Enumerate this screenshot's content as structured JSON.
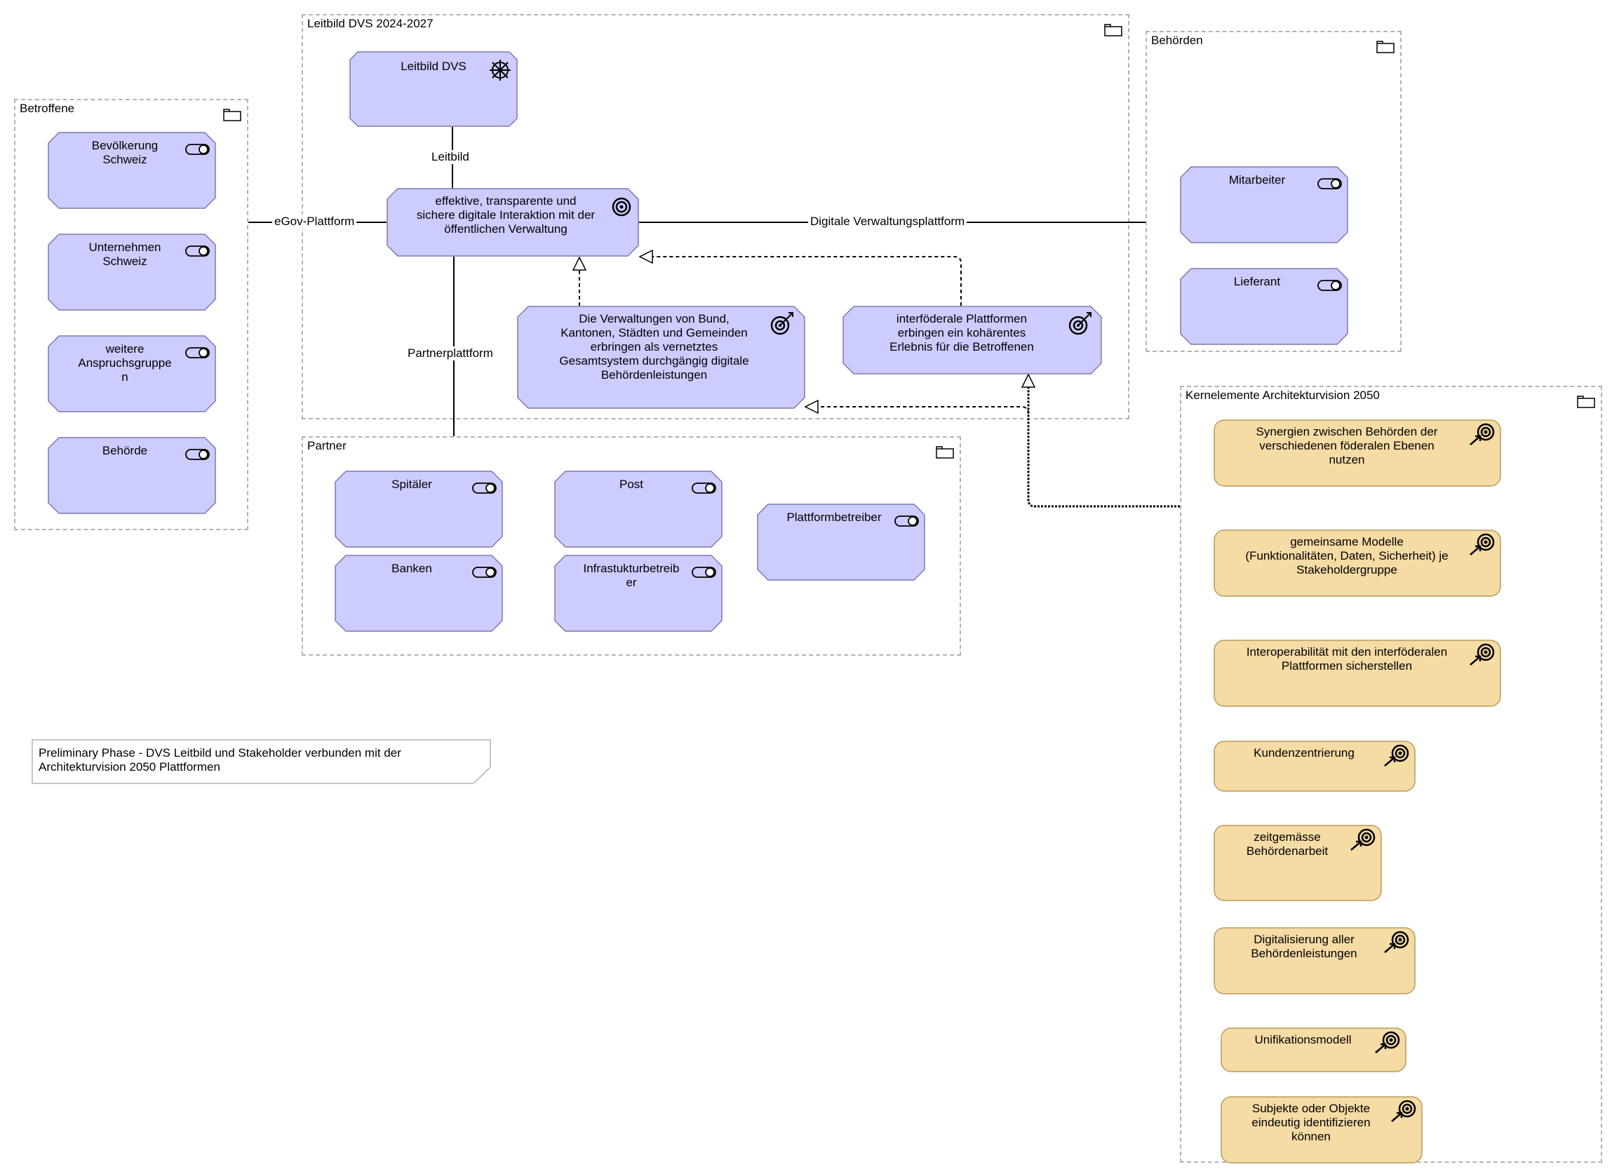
{
  "groups": {
    "betroffene": {
      "title": "Betroffene"
    },
    "leitbild": {
      "title": "Leitbild DVS 2024-2027"
    },
    "behoerden": {
      "title": "Behörden"
    },
    "partner": {
      "title": "Partner"
    },
    "kernelemente": {
      "title": "Kernelemente Architekturvision 2050"
    }
  },
  "stakeholders": {
    "bevoelkerung": "Bevölkerung\nSchweiz",
    "unternehmen": "Unternehmen\nSchweiz",
    "weitere": "weitere\nAnspruchsgruppe\nn",
    "behoerde": "Behörde",
    "mitarbeiter": "Mitarbeiter",
    "lieferant": "Lieferant",
    "spitaeler": "Spitäler",
    "post": "Post",
    "banken": "Banken",
    "infrastruktur": "Infrastukturbetreib\ner",
    "plattformbetreiber": "Plattformbetreiber"
  },
  "leitbild_nodes": {
    "leitbild_dvs": "Leitbild DVS",
    "effektiv": "effektive, transparente und\nsichere digitale Interaktion mit der\nöffentlichen Verwaltung",
    "verwaltungen": "Die Verwaltungen von Bund,\nKantonen, Städten und Gemeinden\nerbringen als vernetztes\nGesamtsystem durchgängig digitale\nBehördenleistungen",
    "interfoederal": "interföderale Plattformen\nerbingen ein kohärentes\nErlebnis für die Betroffenen"
  },
  "principles": [
    "Synergien zwischen Behörden der\nverschiedenen föderalen Ebenen\nnutzen",
    "gemeinsame Modelle\n(Funktionalitäten, Daten, Sicherheit) je\nStakeholdergruppe",
    "Interoperabilität mit den interföderalen\nPlattformen sicherstellen",
    "Kundenzentrierung",
    "zeitgemässe\nBehördenarbeit",
    "Digitalisierung aller\nBehördenleistungen",
    "Unifikationsmodell",
    "Subjekte oder Objekte\neindeutig identifizieren\nkönnen"
  ],
  "edge_labels": {
    "leitbild": "Leitbild",
    "egov": "eGov-Plattform",
    "digitale": "Digitale Verwaltungsplattform",
    "partner": "Partnerplattform"
  },
  "note": "Preliminary Phase - DVS Leitbild und Stakeholder verbunden mit der\nArchitekturvision 2050 Plattformen",
  "colors": {
    "stakeholder_fill": "#ccccff",
    "stakeholder_stroke": "#7a7ab0",
    "principle_fill": "#f5dba4",
    "principle_stroke": "#b89a5c",
    "group_border": "#b3b3b3"
  },
  "icons": {
    "group": "folder-icon",
    "actor": "role-toggle-icon",
    "driver": "driver-wheel-icon",
    "goal": "goal-target-icon",
    "outcome": "outcome-arrow-target-icon",
    "principle": "principle-target-icon"
  }
}
